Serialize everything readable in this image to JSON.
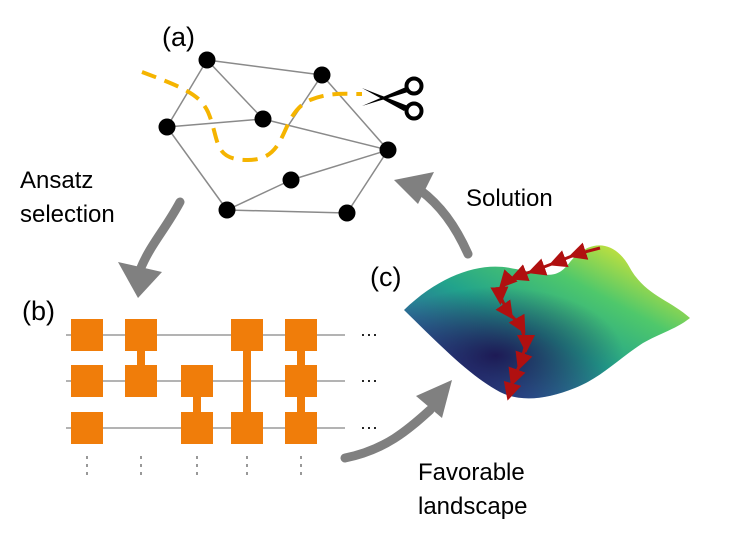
{
  "panels": {
    "a": "(a)",
    "b": "(b)",
    "c": "(c)"
  },
  "arrows": {
    "ansatz": [
      "Ansatz",
      "selection"
    ],
    "solution": "Solution",
    "favorable": [
      "Favorable",
      "landscape"
    ]
  },
  "icons": {
    "scissors": "scissors-icon"
  },
  "circuit": {
    "ellipsis": "···"
  },
  "colors": {
    "node": "#000000",
    "edge": "#8a8a8a",
    "cut": "#f5b400",
    "gate": "#f07d0a",
    "wire": "#b3b3b3",
    "arrow": "#808080",
    "path": "#b01010"
  }
}
